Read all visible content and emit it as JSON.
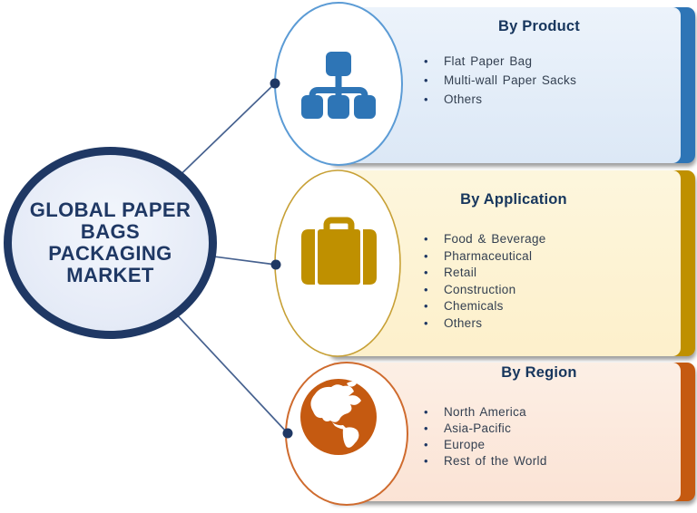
{
  "diagram": {
    "center": {
      "title_lines": [
        "GLOBAL PAPER",
        "BAGS",
        "PACKAGING",
        "MARKET"
      ]
    },
    "sections": [
      {
        "title": "By Product",
        "icon": "hierarchy-icon",
        "accent": "#2e75b6",
        "items": [
          "Flat Paper Bag",
          "Multi-wall Paper Sacks",
          "Others"
        ]
      },
      {
        "title": "By Application",
        "icon": "briefcase-icon",
        "accent": "#bf9000",
        "items": [
          "Food & Beverage",
          "Pharmaceutical",
          "Retail",
          "Construction",
          "Chemicals",
          "Others"
        ]
      },
      {
        "title": "By Region",
        "icon": "globe-icon",
        "accent": "#c55a11",
        "items": [
          "North America",
          "Asia-Pacific",
          "Europe",
          "Rest of the World"
        ]
      }
    ],
    "colors": {
      "navy": "#1f3864",
      "product_accent": "#2e75b6",
      "application_accent": "#bf9000",
      "region_accent": "#c55a11"
    }
  }
}
